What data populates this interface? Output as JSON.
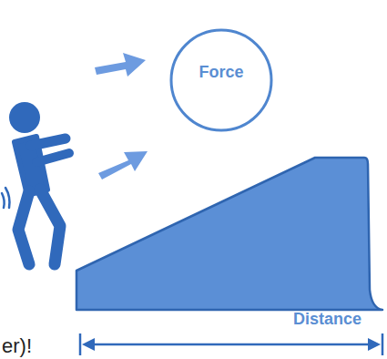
{
  "diagram": {
    "nodes": [
      {
        "text": [
          "Force"
        ]
      }
    ],
    "labels": [
      "Distance",
      "er)!"
    ]
  }
}
